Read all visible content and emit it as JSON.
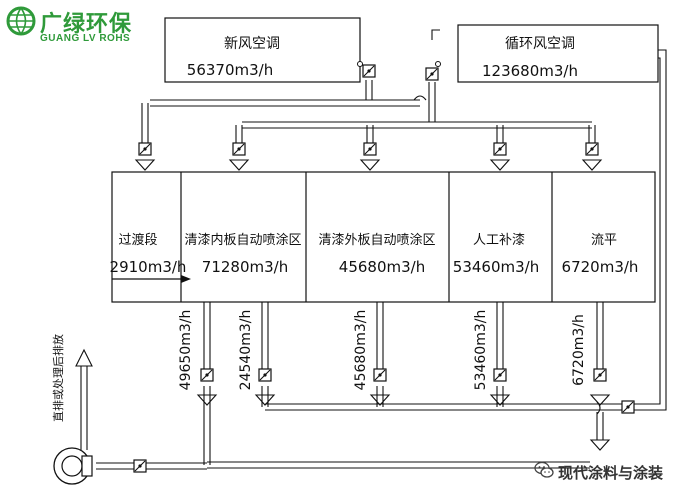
{
  "logo": {
    "cn": "广绿环保",
    "en": "GUANG LV ROHS"
  },
  "units": {
    "fresh_air": {
      "name": "新风空调",
      "flow": "56370m3/h"
    },
    "recirc": {
      "name": "循环风空调",
      "flow": "123680m3/h"
    }
  },
  "zones": [
    {
      "name": "过渡段",
      "flow": "2910m3/h"
    },
    {
      "name": "清漆内板自动喷涂区",
      "flow": "71280m3/h"
    },
    {
      "name": "清漆外板自动喷涂区",
      "flow": "45680m3/h"
    },
    {
      "name": "人工补漆",
      "flow": "53460m3/h"
    },
    {
      "name": "流平",
      "flow": "6720m3/h"
    }
  ],
  "exhaust_flows": [
    "49650m3/h",
    "24540m3/h",
    "45680m3/h",
    "53460m3/h",
    "6720m3/h"
  ],
  "discharge_label": "直排或处理后排放",
  "watermark": "现代涂料与涂装",
  "colors": {
    "logo": "#2f9a3a",
    "line": "#111111"
  }
}
